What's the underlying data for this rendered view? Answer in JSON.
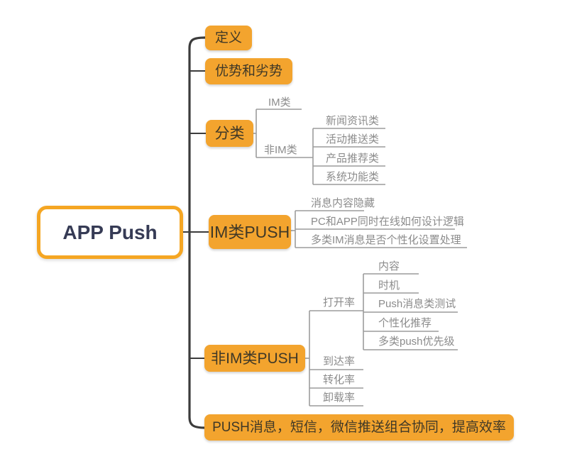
{
  "app": "mind-map",
  "colors": {
    "topic_fill": "#F3A42E",
    "root_border": "#F5A623",
    "root_text": "#363B55",
    "topic_text": "#3F3827",
    "leaf_text": "#8B8B8B",
    "branch_line": "#9C9C9C",
    "trunk_line": "#3C3C3C"
  },
  "tree": {
    "label": "APP Push",
    "children": [
      {
        "label": "定义"
      },
      {
        "label": "优势和劣势"
      },
      {
        "label": "分类",
        "children": [
          {
            "label": "IM类"
          },
          {
            "label": "非IM类",
            "children": [
              {
                "label": "新闻资讯类"
              },
              {
                "label": "活动推送类"
              },
              {
                "label": "产品推荐类"
              },
              {
                "label": "系统功能类"
              }
            ]
          }
        ]
      },
      {
        "label": "IM类PUSH",
        "children": [
          {
            "label": "消息内容隐藏"
          },
          {
            "label": "PC和APP同时在线如何设计逻辑"
          },
          {
            "label": "多类IM消息是否个性化设置处理"
          }
        ]
      },
      {
        "label": "非IM类PUSH",
        "children": [
          {
            "label": "打开率",
            "children": [
              {
                "label": "内容"
              },
              {
                "label": "时机"
              },
              {
                "label": "Push消息类测试"
              },
              {
                "label": "个性化推荐"
              },
              {
                "label": "多类push优先级"
              }
            ]
          },
          {
            "label": "到达率"
          },
          {
            "label": "转化率"
          },
          {
            "label": "卸载率"
          }
        ]
      },
      {
        "label": "PUSH消息，短信，微信推送组合协同，提高效率"
      }
    ]
  }
}
